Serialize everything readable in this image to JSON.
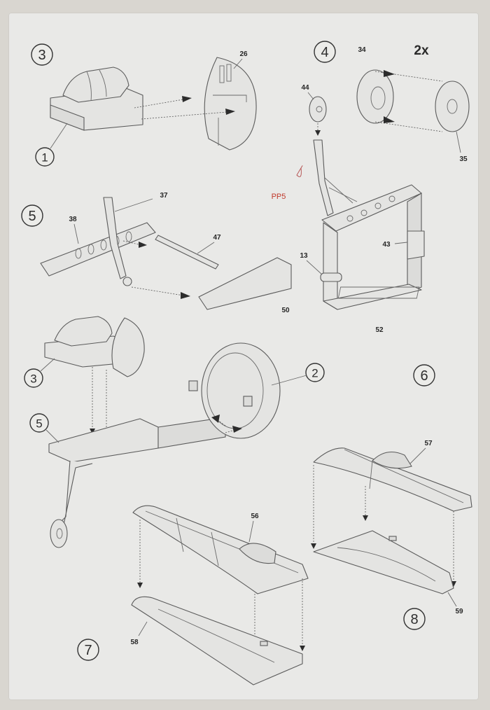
{
  "sheet": {
    "multiplier": "2x",
    "steps": [
      "3",
      "4",
      "5",
      "6",
      "7",
      "8"
    ],
    "subassembly_refs": [
      "1",
      "2",
      "3",
      "5"
    ]
  },
  "parts": {
    "p26": "26",
    "p34": "34",
    "p35": "35",
    "p37": "37",
    "p38": "38",
    "p43": "43",
    "p44": "44",
    "p47": "47",
    "p50": "50",
    "p52": "52",
    "p13": "13",
    "p56": "56",
    "p57": "57",
    "p58": "58",
    "p59": "59",
    "pp5": "PP5"
  },
  "colors": {
    "paper": "#e9e9e7",
    "ink": "#2c2c2c",
    "pp_accent": "#c0392b"
  }
}
